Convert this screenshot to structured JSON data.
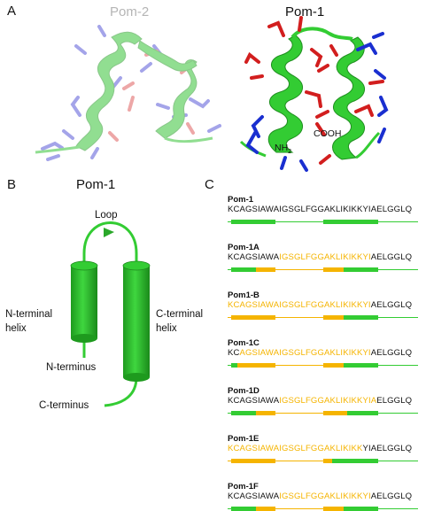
{
  "panels": {
    "a": "A",
    "b": "B",
    "c": "C"
  },
  "structures": {
    "left_title": "Pom-2",
    "right_title": "Pom-1",
    "nh2": "NH",
    "nh2_sub": "2",
    "cooh": "COOH"
  },
  "topology": {
    "title": "Pom-1",
    "loop": "Loop",
    "n_helix_line1": "N-terminal",
    "n_helix_line2": "helix",
    "c_helix_line1": "C-terminal",
    "c_helix_line2": "helix",
    "n_terminus": "N-terminus",
    "c_terminus": "C-terminus"
  },
  "colors": {
    "helix_green": "#33cc33",
    "mutant_orange": "#f5b400",
    "acidic_red": "#d21e1e",
    "basic_blue": "#1a2fd0"
  },
  "variants": [
    {
      "name": "Pom-1",
      "sequence": [
        {
          "t": "KCAGSIAWAIGSGLFGGAKLIKIKKYIAELGGLQ",
          "y": false
        }
      ],
      "bar": [
        [
          "line",
          0,
          0.02
        ],
        [
          "green",
          0.02,
          0.25
        ],
        [
          "line",
          0.25,
          0.5
        ],
        [
          "green",
          0.5,
          0.79
        ],
        [
          "line",
          0.79,
          1
        ]
      ]
    },
    {
      "name": "Pom-1A",
      "sequence": [
        {
          "t": "KCAGSIAWA",
          "y": false
        },
        {
          "t": "IGSGLFGGAKLIKIKKYI",
          "y": true
        },
        {
          "t": "AELGGLQ",
          "y": false
        }
      ],
      "bar": [
        [
          "line",
          0,
          0.02
        ],
        [
          "green",
          0.02,
          0.15
        ],
        [
          "orange",
          0.15,
          0.25
        ],
        [
          "oline",
          0.25,
          0.5
        ],
        [
          "orange",
          0.5,
          0.61
        ],
        [
          "green",
          0.61,
          0.79
        ],
        [
          "line",
          0.79,
          1
        ]
      ]
    },
    {
      "name": "Pom1-B",
      "sequence": [
        {
          "t": "KCAGSIAWAIGSGLFGGAKLIKIKKYI",
          "y": true
        },
        {
          "t": "AELGGLQ",
          "y": false
        }
      ],
      "bar": [
        [
          "oline",
          0,
          0.02
        ],
        [
          "orange",
          0.02,
          0.25
        ],
        [
          "oline",
          0.25,
          0.5
        ],
        [
          "orange",
          0.5,
          0.61
        ],
        [
          "green",
          0.61,
          0.79
        ],
        [
          "line",
          0.79,
          1
        ]
      ]
    },
    {
      "name": "Pom-1C",
      "sequence": [
        {
          "t": "KC",
          "y": false
        },
        {
          "t": "AGSIAWAIGSGLFGGAKLIKIKKYI",
          "y": true
        },
        {
          "t": "AELGGLQ",
          "y": false
        }
      ],
      "bar": [
        [
          "line",
          0,
          0.02
        ],
        [
          "green",
          0.02,
          0.05
        ],
        [
          "orange",
          0.05,
          0.25
        ],
        [
          "oline",
          0.25,
          0.5
        ],
        [
          "orange",
          0.5,
          0.61
        ],
        [
          "green",
          0.61,
          0.79
        ],
        [
          "line",
          0.79,
          1
        ]
      ]
    },
    {
      "name": "Pom-1D",
      "sequence": [
        {
          "t": "KCAGSIAWA",
          "y": false
        },
        {
          "t": "IGSGLFGGAKLIKIKKYIA",
          "y": true
        },
        {
          "t": "ELGGLQ",
          "y": false
        }
      ],
      "bar": [
        [
          "line",
          0,
          0.02
        ],
        [
          "green",
          0.02,
          0.15
        ],
        [
          "orange",
          0.15,
          0.25
        ],
        [
          "oline",
          0.25,
          0.5
        ],
        [
          "orange",
          0.5,
          0.63
        ],
        [
          "green",
          0.63,
          0.79
        ],
        [
          "line",
          0.79,
          1
        ]
      ]
    },
    {
      "name": "Pom-1E",
      "sequence": [
        {
          "t": "KCAGSIAWAIGSGLFGGAKLIKIKK",
          "y": true
        },
        {
          "t": "YIAELGGLQ",
          "y": false
        }
      ],
      "bar": [
        [
          "oline",
          0,
          0.02
        ],
        [
          "orange",
          0.02,
          0.25
        ],
        [
          "oline",
          0.25,
          0.5
        ],
        [
          "orange",
          0.5,
          0.55
        ],
        [
          "green",
          0.55,
          0.79
        ],
        [
          "line",
          0.79,
          1
        ]
      ]
    },
    {
      "name": "Pom-1F",
      "sequence": [
        {
          "t": "KCAGSIAWA",
          "y": false
        },
        {
          "t": "IGSGLFGGAKLIKIKKYI",
          "y": true
        },
        {
          "t": "AELGGLQ",
          "y": false
        }
      ],
      "bar": [
        [
          "line",
          0,
          0.02
        ],
        [
          "green",
          0.02,
          0.15
        ],
        [
          "orange",
          0.15,
          0.25
        ],
        [
          "oline",
          0.25,
          0.5
        ],
        [
          "orange",
          0.5,
          0.61
        ],
        [
          "green",
          0.61,
          0.79
        ],
        [
          "line",
          0.79,
          1
        ]
      ]
    }
  ]
}
